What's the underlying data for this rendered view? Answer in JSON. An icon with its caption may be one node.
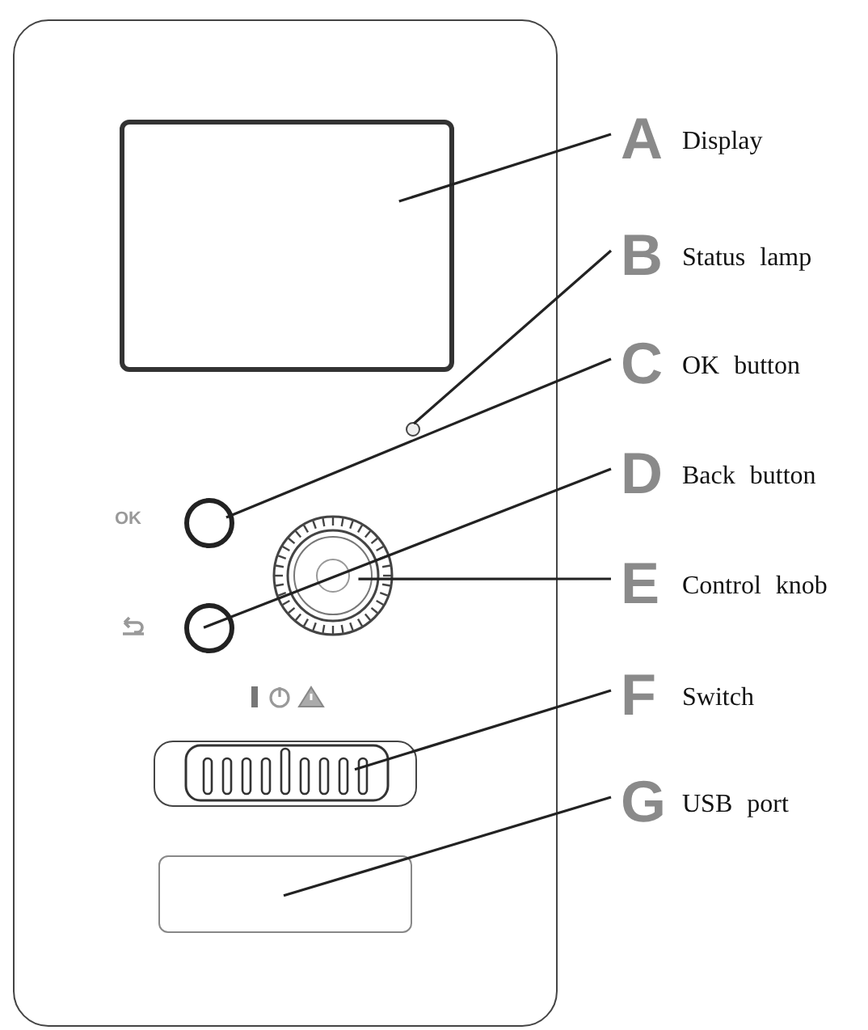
{
  "diagram": {
    "nodes": [
      {
        "text": [],
        "shape": "box"
      },
      {
        "text": [],
        "shape": "box",
        "in": 0
      },
      {
        "text": [],
        "shape": "circle",
        "in": 0
      },
      {
        "text": [],
        "shape": "circle",
        "in": 0
      },
      {
        "text": [],
        "shape": "circle",
        "in": 0
      },
      {
        "text": [],
        "shape": "circle",
        "in": 0
      },
      {
        "text": [],
        "shape": "box",
        "in": 0
      },
      {
        "text": [],
        "shape": "box",
        "in": 0
      },
      {
        "text": [
          "A",
          "Display"
        ]
      },
      {
        "text": [
          "B",
          "Status lamp"
        ]
      },
      {
        "text": [
          "C",
          "OK button"
        ]
      },
      {
        "text": [
          "D",
          "Back button"
        ]
      },
      {
        "text": [
          "E",
          "Control knob"
        ]
      },
      {
        "text": [
          "F",
          "Switch"
        ]
      },
      {
        "text": [
          "G",
          "USB port"
        ]
      }
    ],
    "edges": [
      {
        "from": 8,
        "to": 1,
        "arrow": "none"
      },
      {
        "from": 9,
        "to": 2,
        "arrow": "none"
      },
      {
        "from": 10,
        "to": 3,
        "arrow": "none"
      },
      {
        "from": 11,
        "to": 5,
        "arrow": "none"
      },
      {
        "from": 12,
        "to": 4,
        "arrow": "none"
      },
      {
        "from": 13,
        "to": 6,
        "arrow": "none"
      },
      {
        "from": 14,
        "to": 7,
        "arrow": "none"
      }
    ],
    "labels": [
      "OK"
    ]
  }
}
